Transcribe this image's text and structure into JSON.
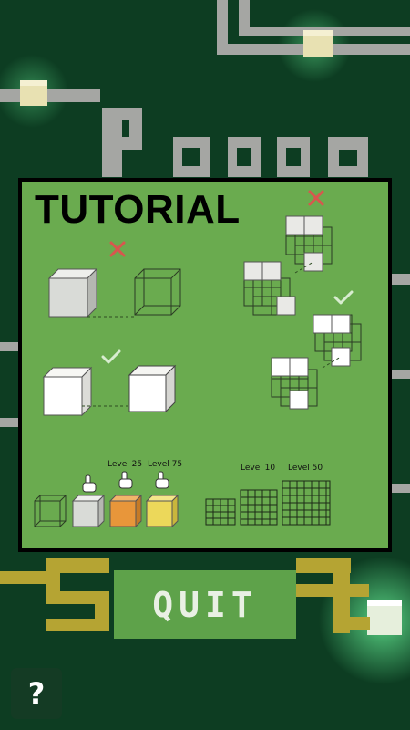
{
  "tutorial": {
    "title": "TUTORIAL",
    "level_labels": {
      "orange": "Level 25",
      "yellow": "Level 75",
      "grid_small": "Level 10",
      "grid_large": "Level 50"
    }
  },
  "quit_label": "QUIT",
  "help_label": "?",
  "colors": {
    "background": "#0d3d22",
    "panel": "#6aab4f",
    "gray_pipe": "#a5a6a3",
    "yellow_pipe": "#b5a433",
    "quit_button": "#5ea24a",
    "orange_cube": "#e8963a",
    "yellow_cube": "#ecd85a",
    "cross": "#d9564e",
    "check": "#d8ecd0"
  }
}
